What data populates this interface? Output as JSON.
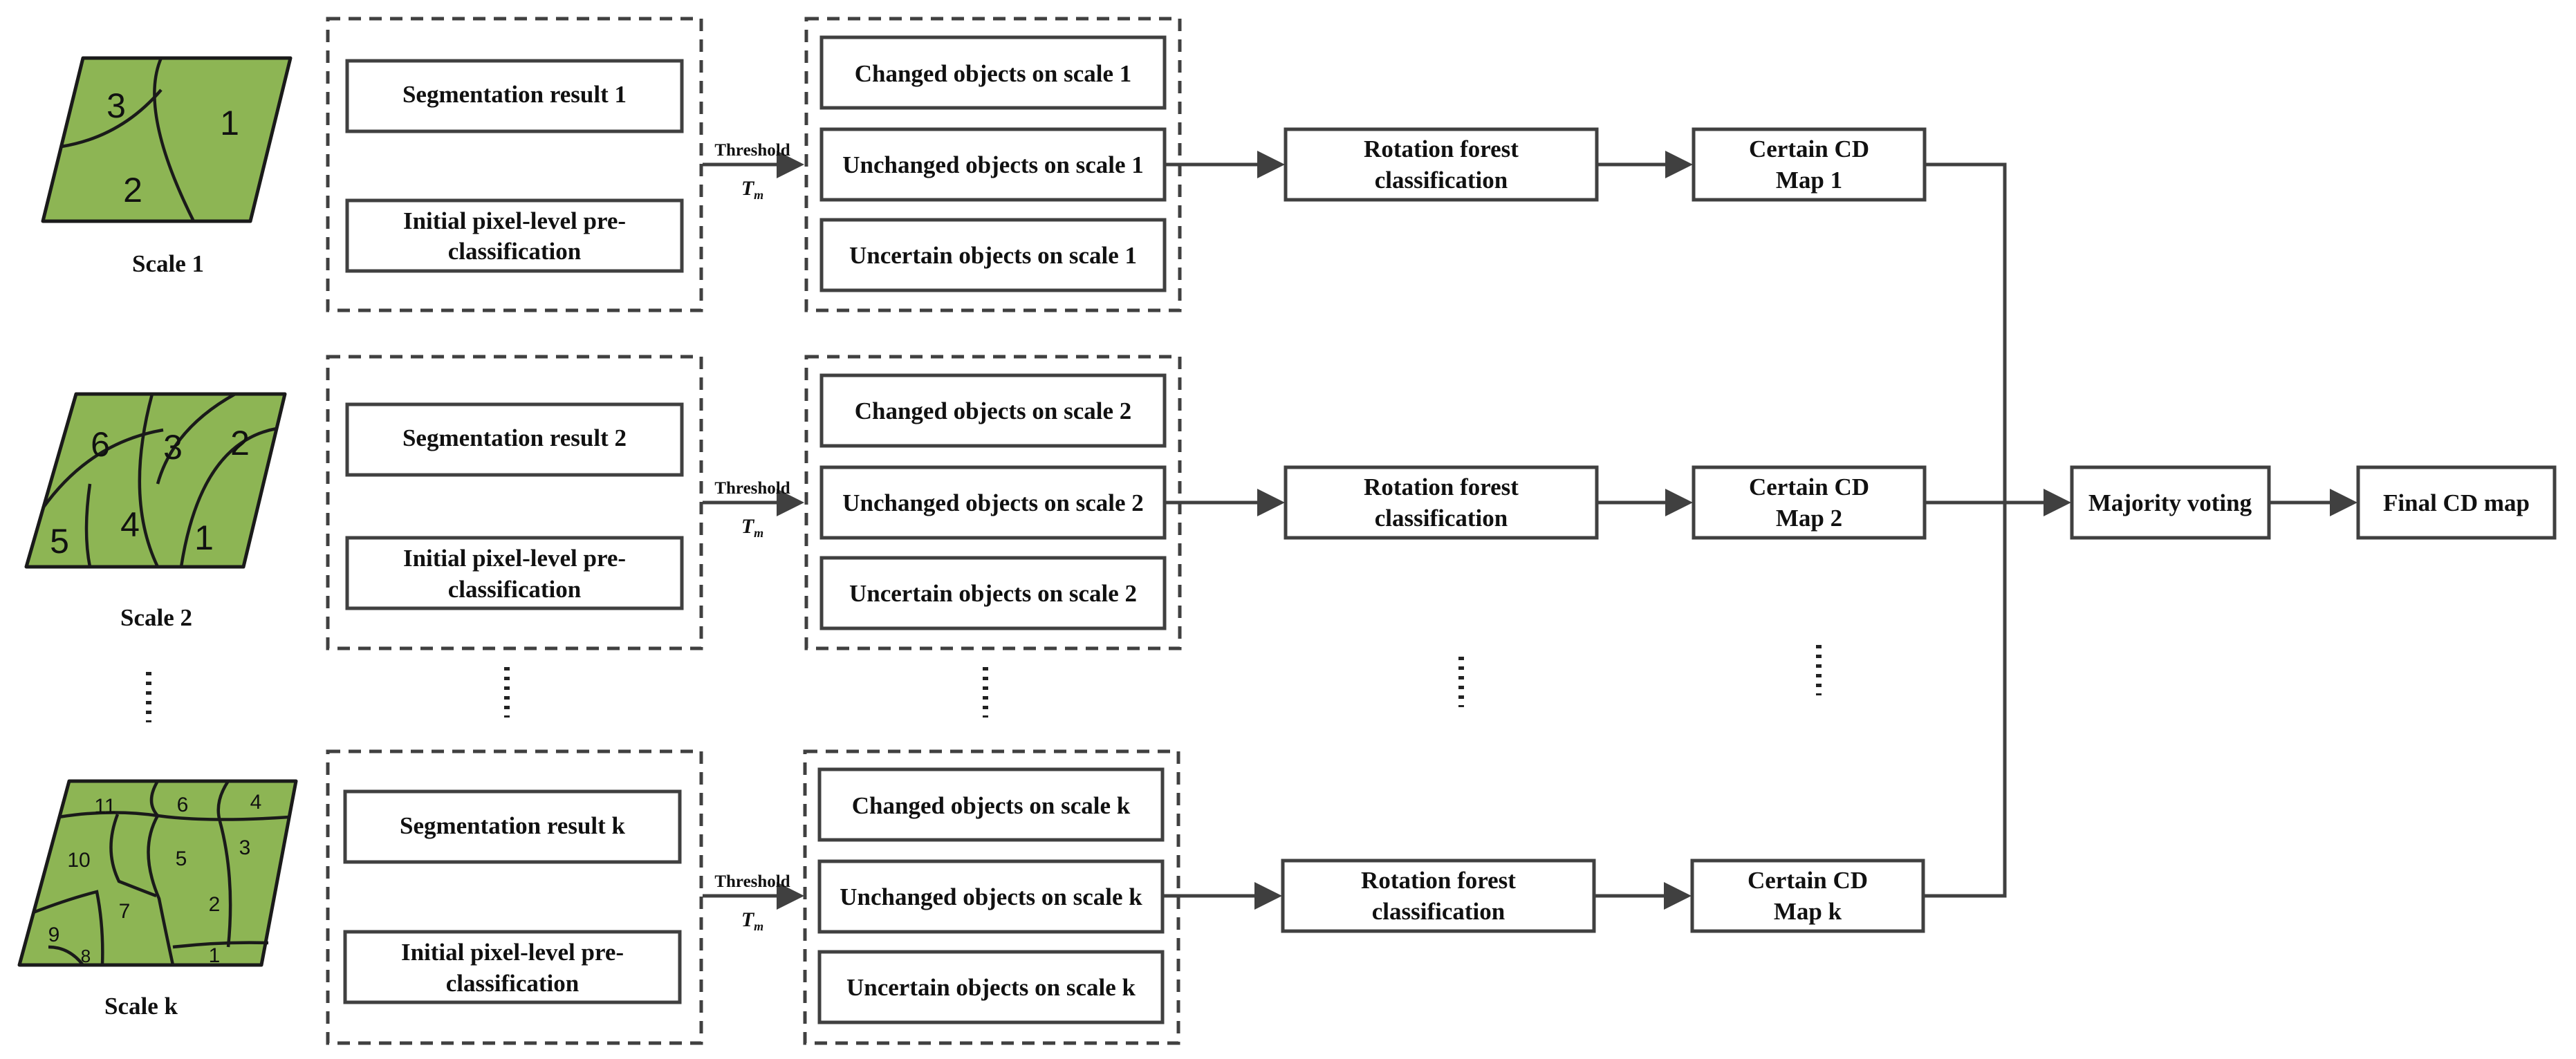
{
  "colors": {
    "parcel_fill": "#8db554",
    "stroke": "#404040",
    "background": "#ffffff"
  },
  "icons": [
    "segmented-parcel-icon",
    "arrow-icon",
    "vertical-ellipsis-icon"
  ],
  "rows": [
    {
      "scale_label": "Scale 1",
      "parcel_numbers": [
        "3",
        "1",
        "2"
      ],
      "segmentation": "Segmentation result 1",
      "preclass": [
        "Initial pixel-level pre-",
        "classification"
      ],
      "threshold_label": "Threshold",
      "threshold_symbol": "T",
      "threshold_sub": "m",
      "changed": "Changed objects on scale 1",
      "unchanged": "Unchanged objects on scale 1",
      "uncertain": "Uncertain objects on scale 1",
      "rf": [
        "Rotation forest",
        "classification"
      ],
      "cd": [
        "Certain CD",
        "Map 1"
      ]
    },
    {
      "scale_label": "Scale 2",
      "parcel_numbers": [
        "6",
        "3",
        "2",
        "5",
        "4",
        "1"
      ],
      "segmentation": "Segmentation result 2",
      "preclass": [
        "Initial pixel-level pre-",
        "classification"
      ],
      "threshold_label": "Threshold",
      "threshold_symbol": "T",
      "threshold_sub": "m",
      "changed": "Changed objects on scale 2",
      "unchanged": "Unchanged objects on scale 2",
      "uncertain": "Uncertain objects on scale 2",
      "rf": [
        "Rotation forest",
        "classification"
      ],
      "cd": [
        "Certain CD",
        "Map 2"
      ]
    },
    {
      "scale_label": "Scale k",
      "parcel_numbers": [
        "11",
        "6",
        "4",
        "10",
        "5",
        "3",
        "7",
        "2",
        "9",
        "8",
        "1"
      ],
      "segmentation": "Segmentation result k",
      "preclass": [
        "Initial pixel-level pre-",
        "classification"
      ],
      "threshold_label": "Threshold",
      "threshold_symbol": "T",
      "threshold_sub": "m",
      "changed": "Changed objects on scale k",
      "unchanged": "Unchanged objects on scale k",
      "uncertain": "Uncertain objects on scale k",
      "rf": [
        "Rotation forest",
        "classification"
      ],
      "cd": [
        "Certain CD",
        "Map k"
      ]
    }
  ],
  "majority_voting": "Majority voting",
  "final_map": "Final CD map"
}
